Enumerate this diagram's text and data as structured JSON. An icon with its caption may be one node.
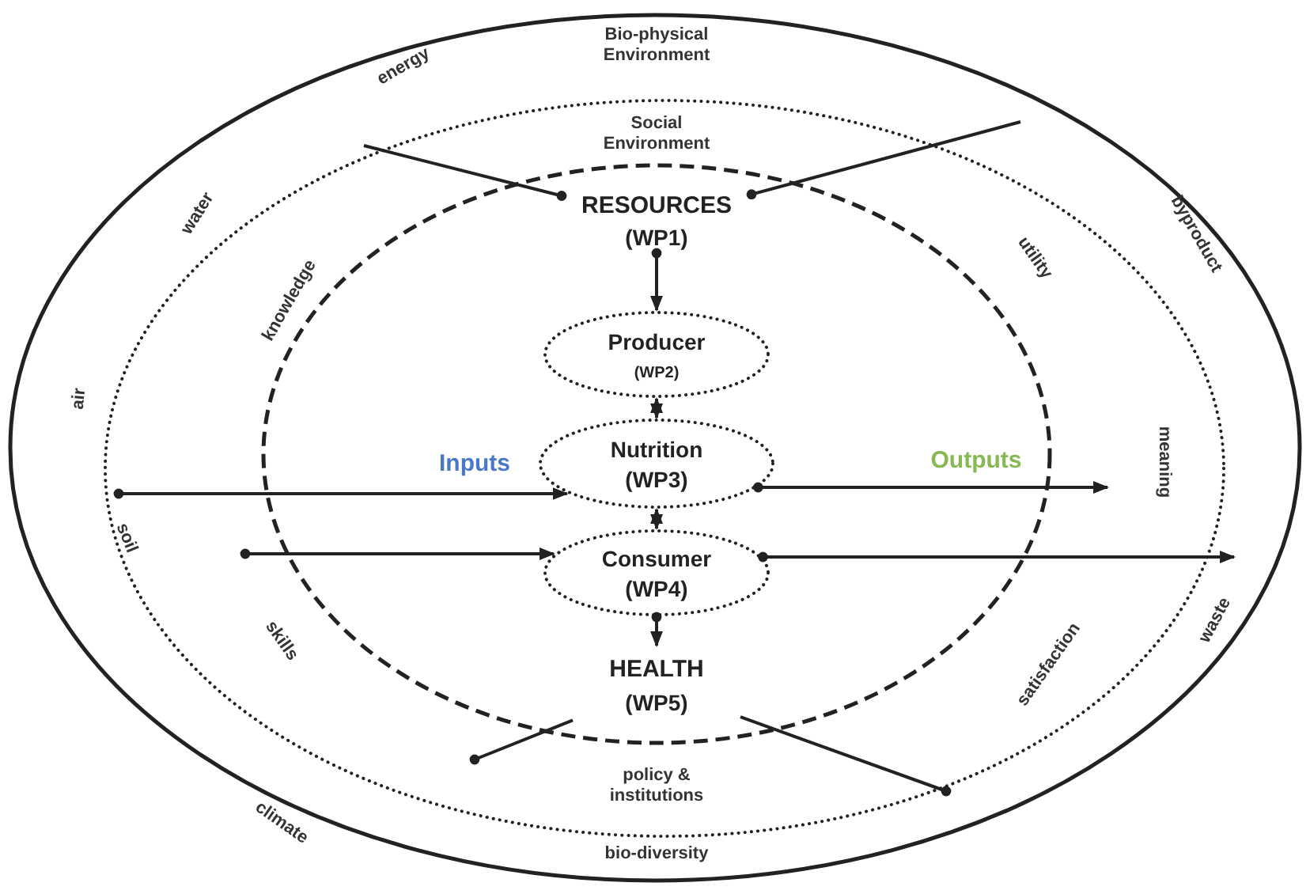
{
  "diagram": {
    "nodes": [
      {
        "text": [
          "Bio-physical Environment",
          "bio-diversity"
        ]
      },
      {
        "text": [
          "Social Environment",
          "policy & institutions"
        ],
        "in": 0
      },
      {
        "text": [],
        "shape": "circle",
        "in": 1
      },
      {
        "text": [
          "RESOURCES",
          "(WP1)"
        ],
        "in": 2
      },
      {
        "text": [
          "Producer",
          "(WP2)"
        ],
        "in": 2
      },
      {
        "text": [
          "Nutrition",
          "(WP3)"
        ],
        "in": 2
      },
      {
        "text": [
          "Consumer",
          "(WP4)"
        ],
        "in": 2
      },
      {
        "text": [
          "HEALTH",
          "(WP5)"
        ],
        "in": 2
      }
    ],
    "edges": [
      {
        "from": 3,
        "to": 4,
        "arrow": "to"
      },
      {
        "from": 4,
        "to": 5,
        "arrow": "both"
      },
      {
        "from": 5,
        "to": 6,
        "arrow": "both"
      },
      {
        "from": 6,
        "to": 7,
        "arrow": "to"
      },
      {
        "from": null,
        "to": 3,
        "arrow": "other"
      },
      {
        "from": null,
        "to": 3,
        "arrow": "other"
      },
      {
        "from": null,
        "to": 5,
        "arrow": "to"
      },
      {
        "from": null,
        "to": 6,
        "arrow": "to"
      },
      {
        "from": 5,
        "to": null,
        "arrow": "to"
      },
      {
        "from": 6,
        "to": null,
        "arrow": "to"
      },
      {
        "from": 7,
        "to": null,
        "arrow": "other"
      },
      {
        "from": 7,
        "to": null,
        "arrow": "other"
      }
    ],
    "labels": [
      "energy",
      "water",
      "utility",
      "byproduct",
      "knowledge",
      "air",
      "meaning",
      "Inputs",
      "Outputs",
      "soil",
      "skills",
      "waste",
      "satisfaction",
      "climate"
    ]
  }
}
